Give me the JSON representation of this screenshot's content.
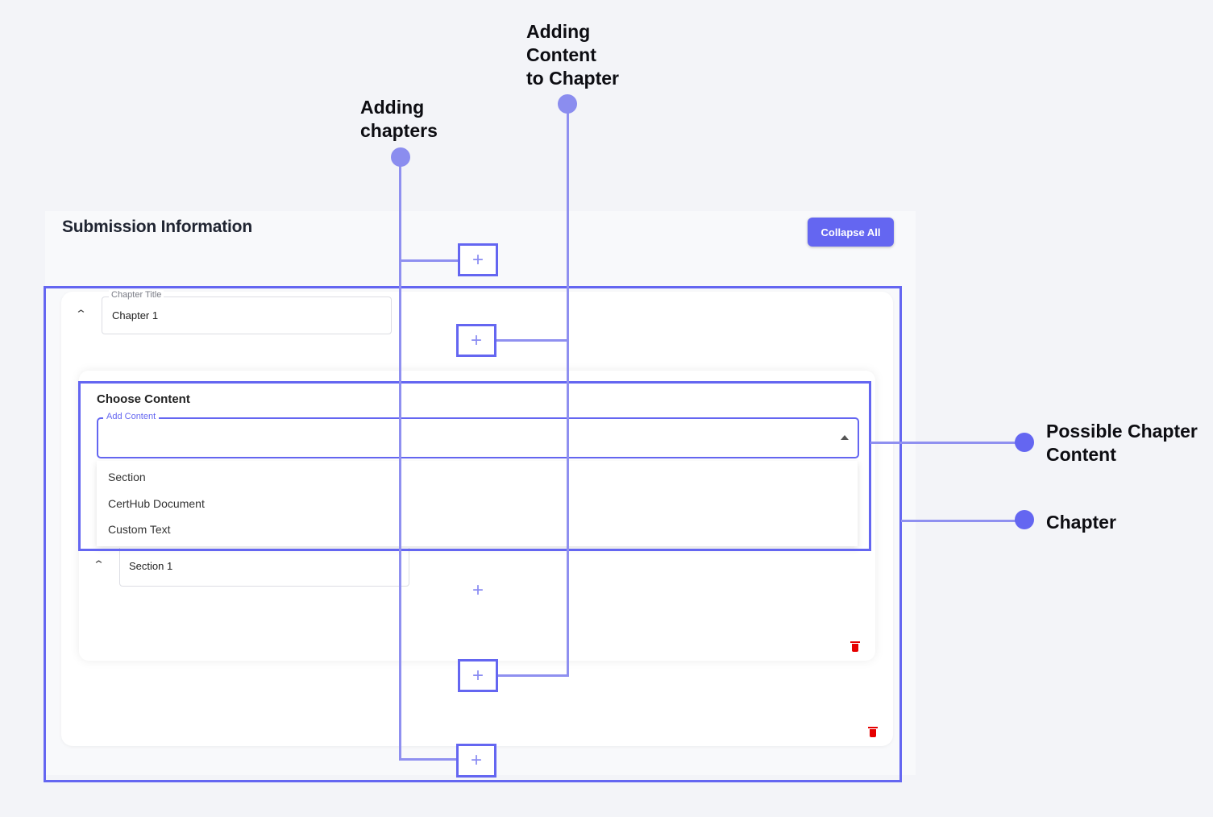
{
  "page": {
    "title": "Submission Information",
    "collapse_all_label": "Collapse All"
  },
  "chapter": {
    "title_legend": "Chapter Title",
    "title_value": "Chapter 1"
  },
  "choose_content": {
    "label": "Choose Content",
    "add_content_legend": "Add Content",
    "options": [
      "Section",
      "CertHub Document",
      "Custom Text"
    ]
  },
  "section": {
    "title_value": "Section 1"
  },
  "annotations": {
    "adding_chapters": "Adding\nchapters",
    "adding_content": "Adding\nContent\nto Chapter",
    "possible_content": "Possible Chapter\nContent",
    "chapter": "Chapter"
  },
  "colors": {
    "accent": "#6466f1",
    "connector": "#8f90f0",
    "delete": "#e60000"
  },
  "icons": {
    "add": "plus-icon",
    "collapse": "chevron-up-icon",
    "open": "caret-up-icon",
    "delete": "trash-icon"
  }
}
